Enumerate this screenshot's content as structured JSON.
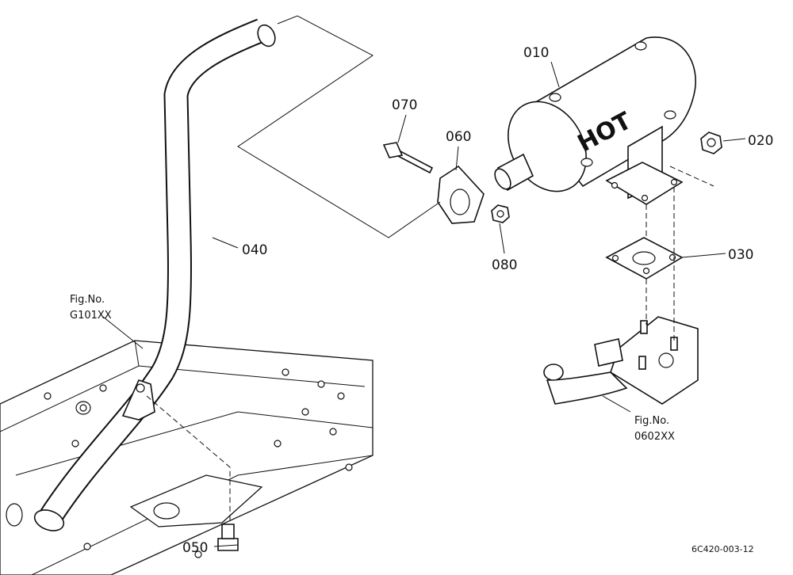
{
  "parts": [
    {
      "id": "010",
      "label": "010"
    },
    {
      "id": "020",
      "label": "020"
    },
    {
      "id": "030",
      "label": "030"
    },
    {
      "id": "040",
      "label": "040"
    },
    {
      "id": "050",
      "label": "050"
    },
    {
      "id": "060",
      "label": "060"
    },
    {
      "id": "070",
      "label": "070"
    },
    {
      "id": "080",
      "label": "080"
    }
  ],
  "muffler_marking": "HOT",
  "references": [
    {
      "line1": "Fig.No.",
      "line2": "G101XX"
    },
    {
      "line1": "Fig.No.",
      "line2": "0602XX"
    }
  ],
  "diagram_code": "6C420-003-12"
}
